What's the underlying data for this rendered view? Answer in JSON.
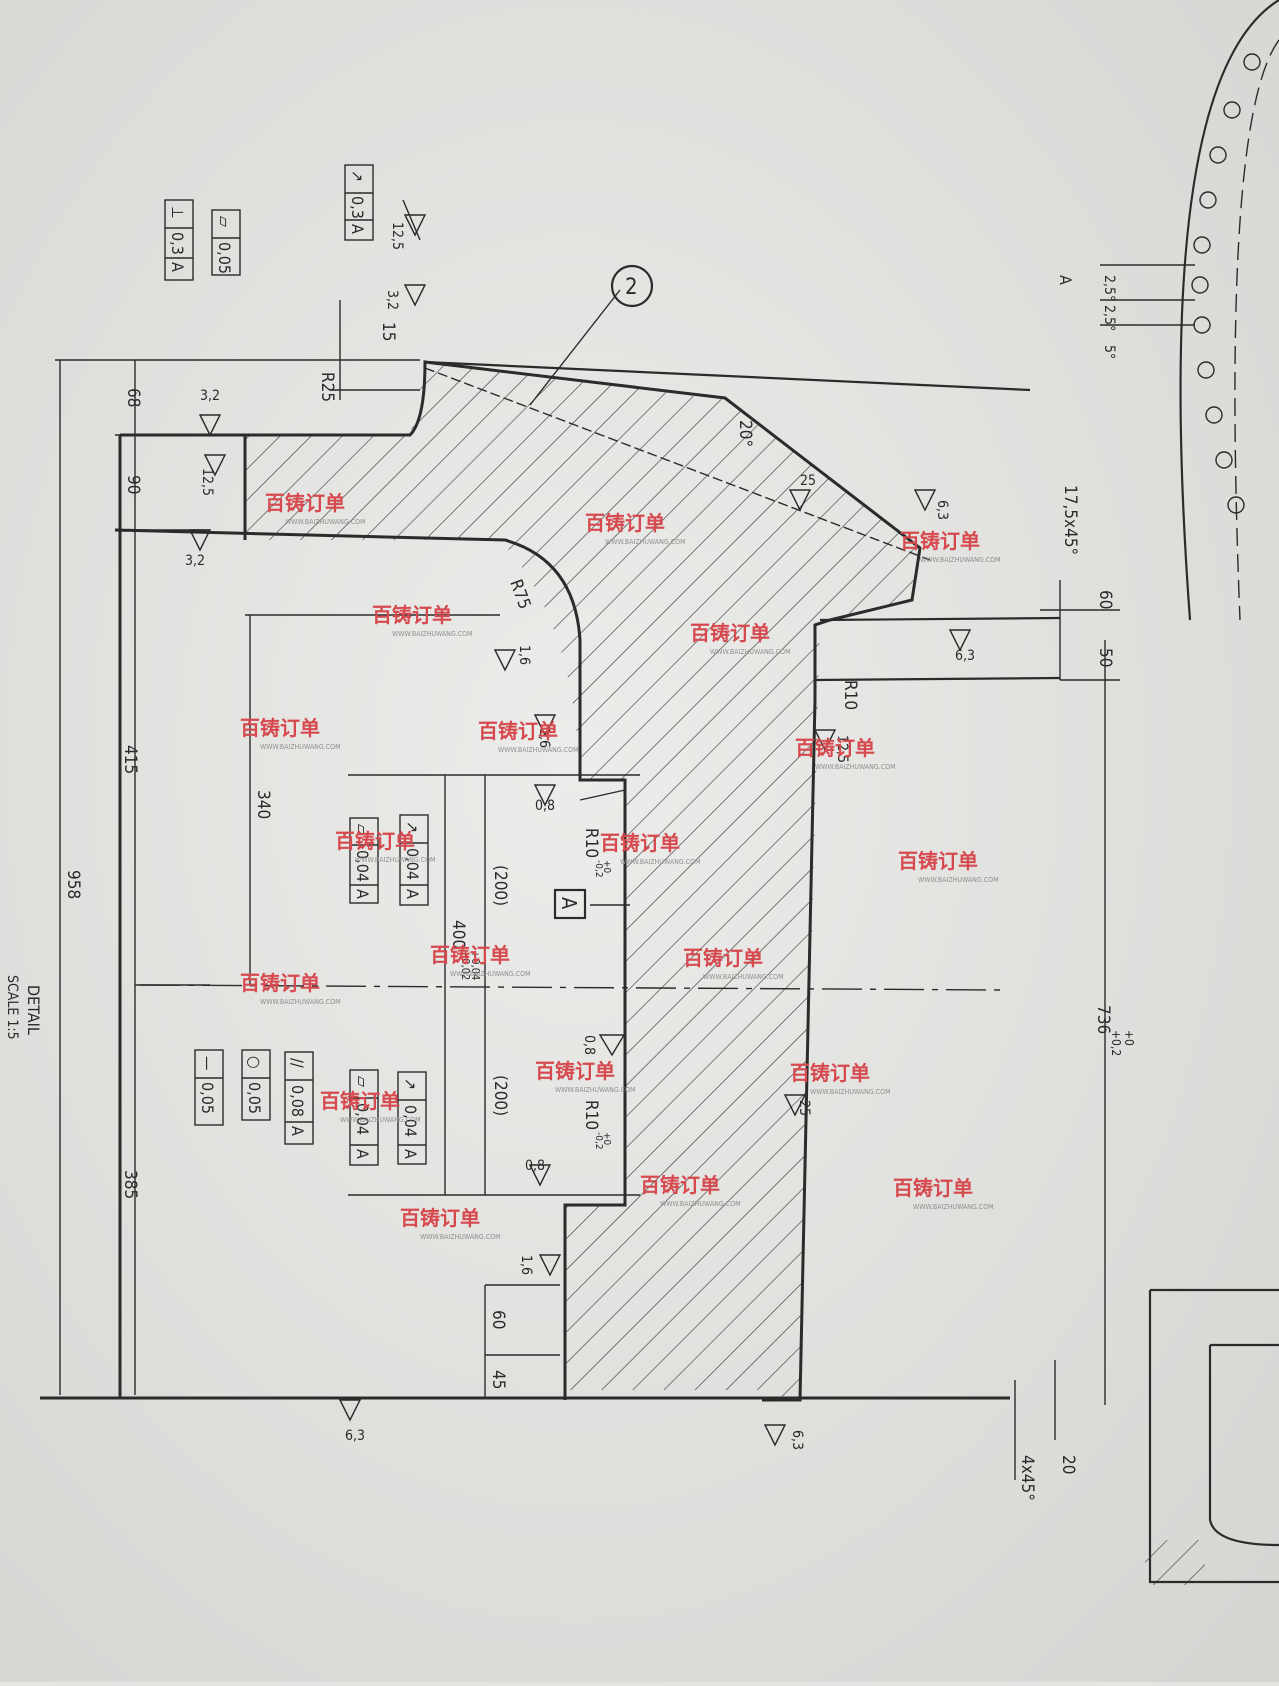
{
  "dimensions": {
    "d958": "958",
    "d415": "415",
    "d385": "385",
    "d68": "68",
    "d90": "90",
    "d340": "340",
    "d400": "400",
    "d400_tol_up": "+0,04",
    "d400_tol_lo": "+0,02",
    "d200a": "(200)",
    "d200b": "(200)",
    "d60": "60",
    "d45": "45",
    "d15": "15",
    "d736": "736",
    "d736_tol_up": "+0",
    "d736_tol_lo": "+0,2",
    "d60r": "60",
    "d50r": "50",
    "d20": "20",
    "chamfer_4x45": "4x45°",
    "chamfer_17": "17,5x45°",
    "angle_20": "20°",
    "angle_2_5a": "2,5°",
    "angle_2_5b": "2,5°",
    "angle_5": "5°"
  },
  "radii": {
    "r25": "R25",
    "r75": "R75",
    "r10a": "R10",
    "r10b": "R10",
    "r10_tol_up": "+0",
    "r10_tol_lo": "-0,2",
    "r10c": "R10",
    "r10c_tol_up": "+0",
    "r10c_tol_lo": "-0,2"
  },
  "surface_finish": {
    "s12_5a": "12,5",
    "s3_2a": "3,2",
    "s3_2b": "3,2",
    "s12_5b": "12,5",
    "s3_2c": "3,2",
    "s1_6a": "1,6",
    "s1_6b": "1,6",
    "s0_8a": "0,8",
    "s0_8b": "0,8",
    "s0_8c": "0,8",
    "s1_6c": "1,6",
    "s25a": "25",
    "s25b": "25",
    "s6_3a": "6,3",
    "s6_3b": "6,3",
    "s6_3c": "6,3",
    "s6_3d": "6,3",
    "s12_5c": "12,5"
  },
  "tolerance_frames": {
    "perp": {
      "symbol": "⊥",
      "value": "0,3",
      "datum": "A"
    },
    "flat_top": {
      "symbol": "▱",
      "value": "0,05"
    },
    "runout_top": {
      "symbol": "↗",
      "value": "0,3",
      "datum": "A"
    },
    "flat_mid": {
      "symbol": "▱",
      "value": "0,04",
      "datum": "A"
    },
    "runout_mid": {
      "symbol": "↗",
      "value": "0,04",
      "datum": "A"
    },
    "straight": {
      "symbol": "—",
      "value": "0,05"
    },
    "circ": {
      "symbol": "○",
      "value": "0,05"
    },
    "parallel": {
      "symbol": "//",
      "value": "0,08",
      "datum": "A"
    },
    "flat_low": {
      "symbol": "▱",
      "value": "0,04",
      "datum": "A"
    },
    "runout_low": {
      "symbol": "↗",
      "value": "0,04",
      "datum": "A"
    }
  },
  "labels": {
    "balloon": "2",
    "datum_a": "A",
    "datum_arrow": "A",
    "detail_title": "DETAIL",
    "detail_scale": "SCALE 1:5"
  },
  "watermark": {
    "cn": "百铸订单",
    "url": "WWW.BAIZHUWANG.COM"
  },
  "colors": {
    "paper": "#e4e4e2",
    "ink": "#2b2b2b",
    "watermark": "#d64a4f"
  }
}
